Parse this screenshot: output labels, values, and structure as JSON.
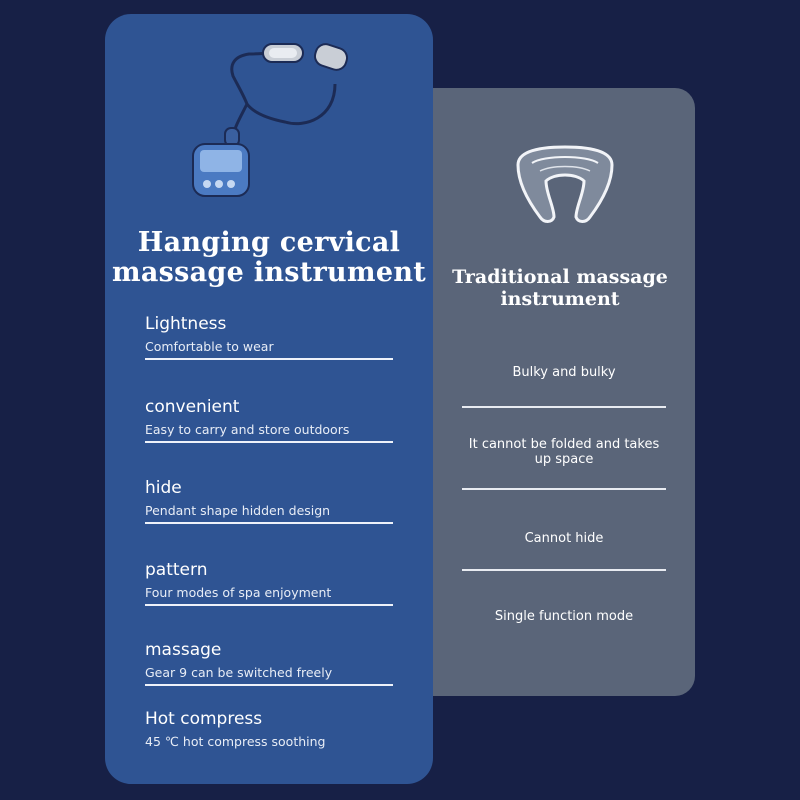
{
  "left": {
    "title_line1": "Hanging cervical",
    "title_line2": "massage instrument",
    "features": [
      {
        "title": "Lightness",
        "desc": "Comfortable to wear"
      },
      {
        "title": "convenient",
        "desc": "Easy to carry and store outdoors"
      },
      {
        "title": "hide",
        "desc": "Pendant shape hidden design"
      },
      {
        "title": "pattern",
        "desc": "Four modes of spa enjoyment"
      },
      {
        "title": "massage",
        "desc": "Gear 9 can be switched freely"
      },
      {
        "title": "Hot compress",
        "desc": "45 ℃ hot compress soothing"
      }
    ]
  },
  "right": {
    "title_line1": "Traditional massage",
    "title_line2": "instrument",
    "items": [
      "Bulky and bulky",
      "It cannot be folded and takes up space",
      "Cannot hide",
      "Single function mode"
    ]
  },
  "colors": {
    "background": "#172046",
    "left_panel": "#2f5493",
    "right_panel": "#5a6579"
  }
}
